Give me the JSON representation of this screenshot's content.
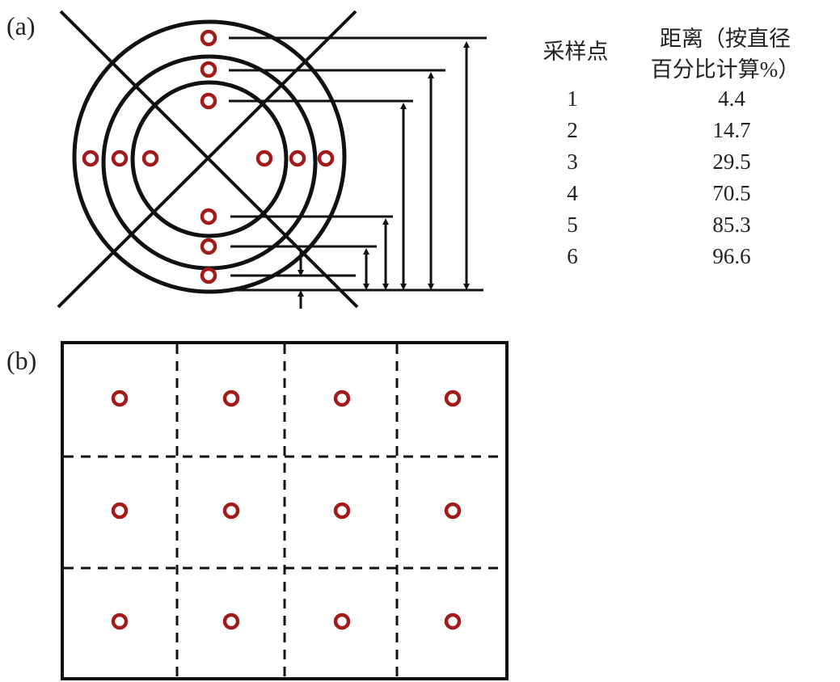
{
  "panel_a": {
    "label": "(a)",
    "table": {
      "header_point": "采样点",
      "header_distance_line1": "距离（按直径",
      "header_distance_line2": "百分比计算%）",
      "rows": [
        {
          "point": "1",
          "distance": "4.4"
        },
        {
          "point": "2",
          "distance": "14.7"
        },
        {
          "point": "3",
          "distance": "29.5"
        },
        {
          "point": "4",
          "distance": "70.5"
        },
        {
          "point": "5",
          "distance": "85.3"
        },
        {
          "point": "6",
          "distance": "96.6"
        }
      ]
    }
  },
  "panel_b": {
    "label": "(b)",
    "grid_rows": 3,
    "grid_cols": 4
  },
  "colors": {
    "marker": "#a31a1a",
    "line": "#111111"
  }
}
